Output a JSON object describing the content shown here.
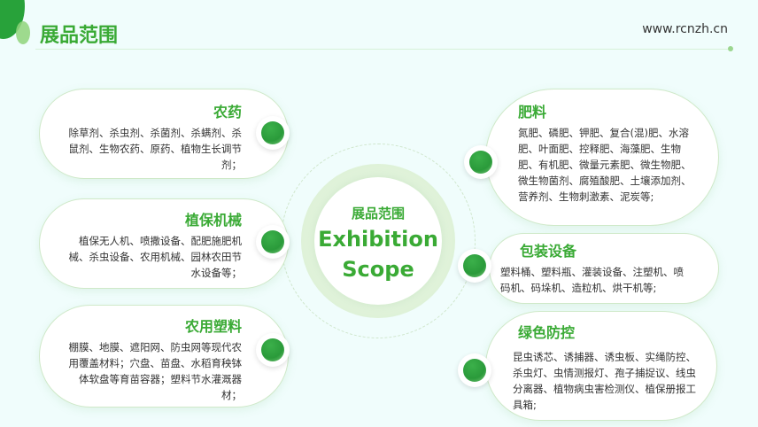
{
  "header": {
    "title": "展品范围",
    "site": "www.rcnzh.cn"
  },
  "center": {
    "cn": "展品范围",
    "en_line1": "Exhibition",
    "en_line2": "Scope"
  },
  "left": [
    {
      "title": "农药",
      "text": "除草剂、杀虫剂、杀菌剂、杀螨剂、杀鼠剂、生物农药、原药、植物生长调节剂；"
    },
    {
      "title": "植保机械",
      "text": "植保无人机、喷撒设备、配肥施肥机械、杀虫设备、农用机械、园林农田节水设备等；"
    },
    {
      "title": "农用塑料",
      "text": "棚膜、地膜、遮阳网、防虫网等现代农用覆盖材料；穴盘、苗盘、水稻育秧钵体软盘等育苗容器；塑料节水灌溉器材；"
    }
  ],
  "right": [
    {
      "title": "肥料",
      "text": "氮肥、磷肥、钾肥、复合(混)肥、水溶肥、叶面肥、控释肥、海藻肥、生物肥、有机肥、微量元素肥、微生物肥、微生物菌剂、腐殖酸肥、土壤添加剂、营养剂、生物刺激素、泥炭等;"
    },
    {
      "title": "包装设备",
      "text": "塑料桶、塑料瓶、灌装设备、注塑机、喷码机、码垛机、造粒机、烘干机等;"
    },
    {
      "title": "绿色防控",
      "text": "昆虫诱芯、诱捕器、诱虫板、实绳防控、杀虫灯、虫情测报灯、孢子捕捉议、线虫分离器、植物病虫害检测仪、植保册报工具箱;"
    }
  ]
}
